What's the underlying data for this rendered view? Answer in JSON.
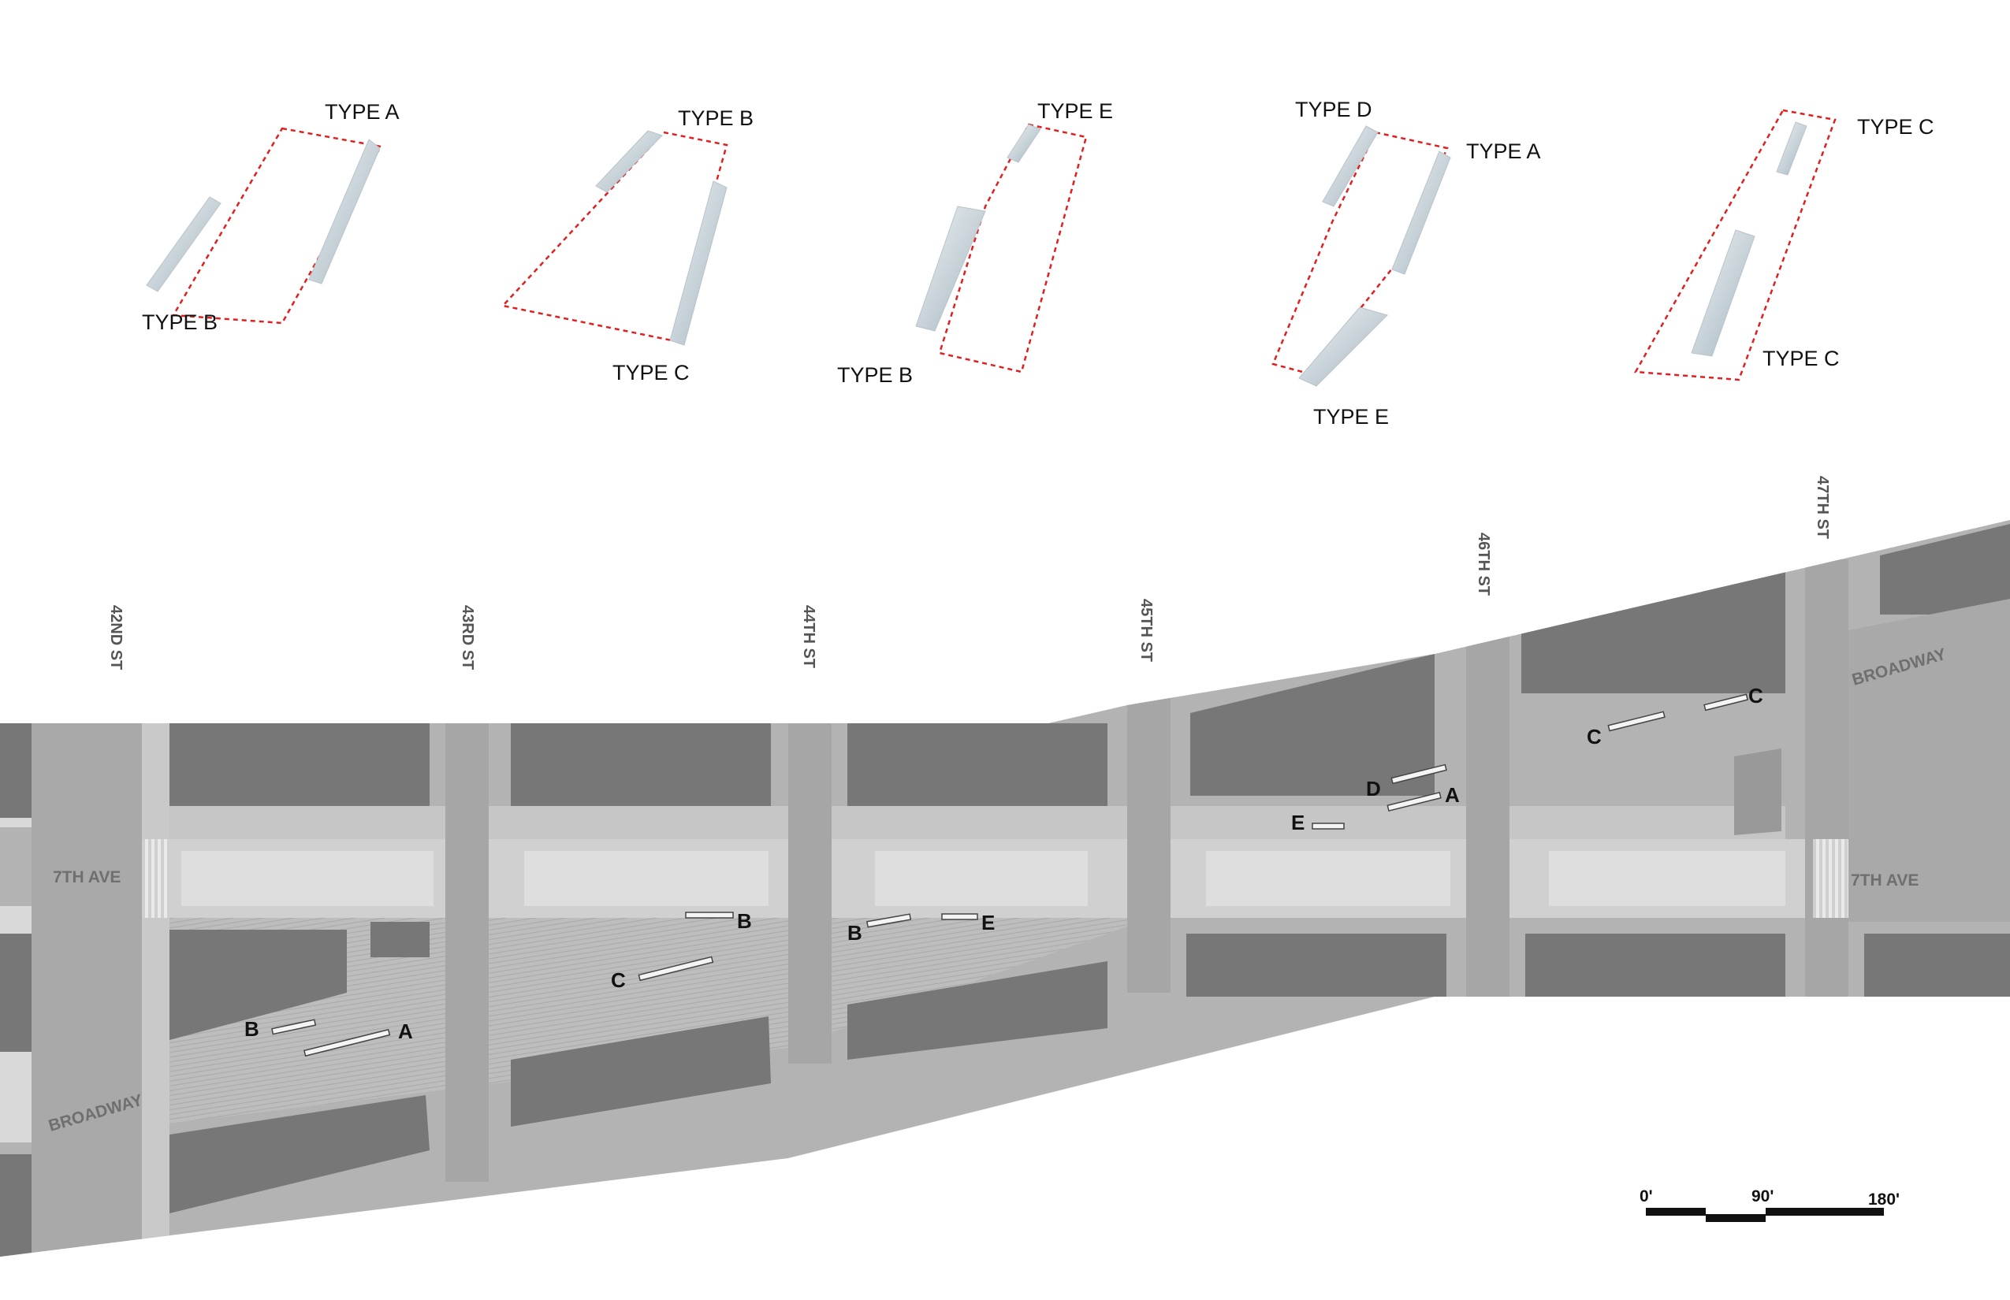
{
  "diagrams": [
    {
      "labels": [
        "TYPE A",
        "TYPE B"
      ]
    },
    {
      "labels": [
        "TYPE B",
        "TYPE C"
      ]
    },
    {
      "labels": [
        "TYPE E",
        "TYPE B"
      ]
    },
    {
      "labels": [
        "TYPE D",
        "TYPE A",
        "TYPE E"
      ]
    },
    {
      "labels": [
        "TYPE C",
        "TYPE C"
      ]
    }
  ],
  "streets": [
    "42ND ST",
    "43RD ST",
    "44TH ST",
    "45TH ST",
    "46TH ST",
    "47TH ST"
  ],
  "avenues": {
    "west_seventh": "7TH AVE",
    "west_broadway": "BROADWAY",
    "east_broadway": "BROADWAY",
    "east_seventh": "7TH AVE"
  },
  "bench_tags": [
    "B",
    "A",
    "C",
    "B",
    "B",
    "E",
    "D",
    "A",
    "E",
    "C",
    "C"
  ],
  "scale_bar": {
    "labels": [
      "0'",
      "90'",
      "180'"
    ]
  },
  "colors": {
    "building": "#777777",
    "plaza": "#c7c7c7",
    "road": "#b0b0b0",
    "sidewalk": "#dcdcdc",
    "dashed_outline": "#e02020",
    "bench_volume": "#d3dde2"
  }
}
